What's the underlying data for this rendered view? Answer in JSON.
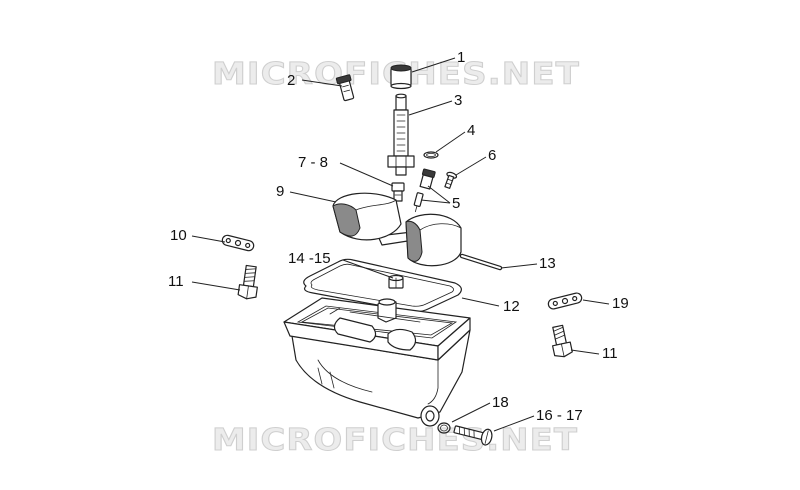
{
  "watermark": "MICROFICHES.NET",
  "callouts": [
    "1",
    "2",
    "3",
    "4",
    "6",
    "7 - 8",
    "9",
    "5",
    "10",
    "14 -15",
    "13",
    "11",
    "12",
    "19",
    "11",
    "18",
    "16 - 17"
  ]
}
